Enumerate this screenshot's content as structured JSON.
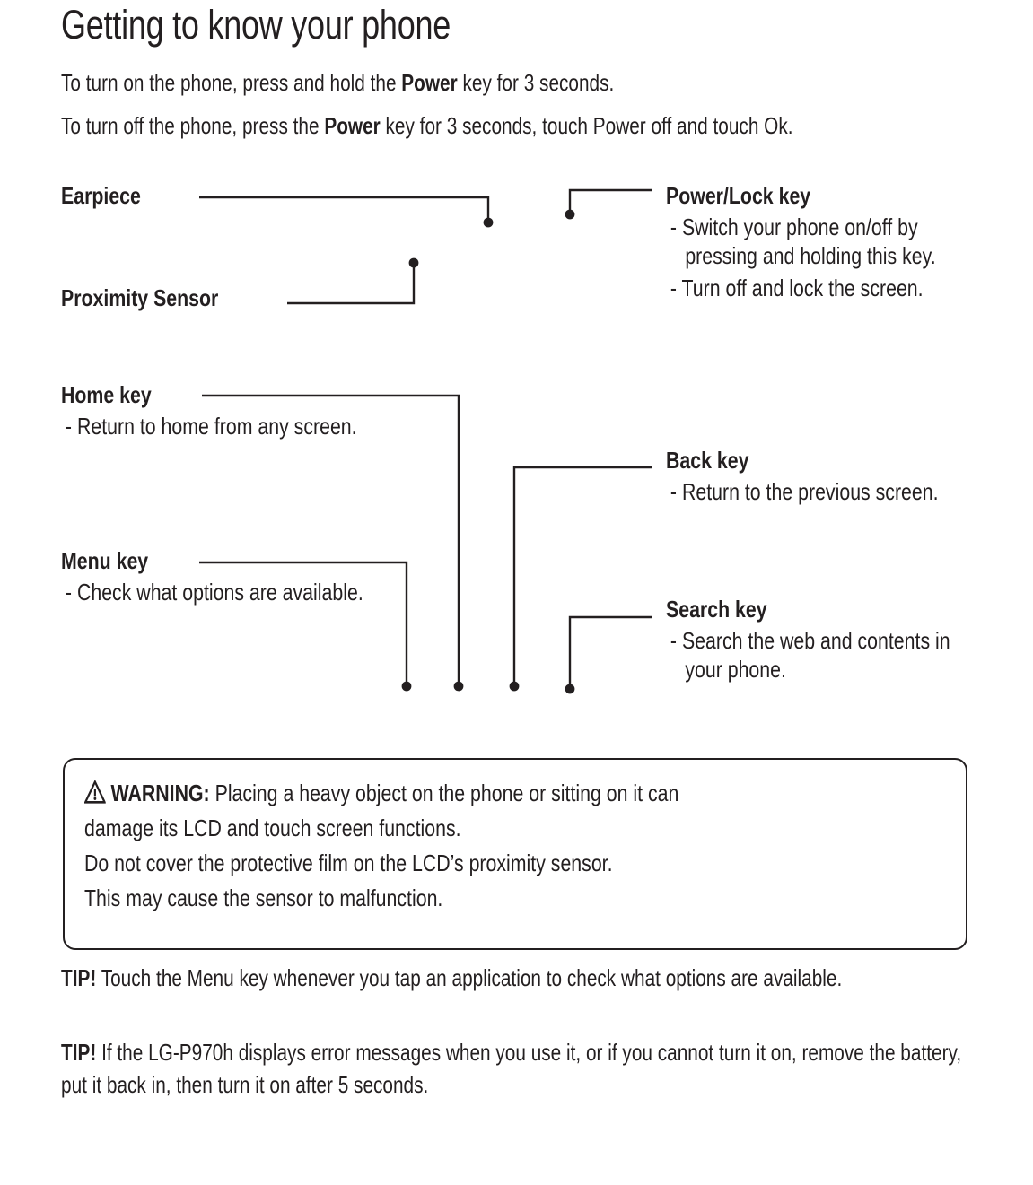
{
  "page": {
    "title": "Getting to know your phone"
  },
  "intro": {
    "line1": {
      "before": "To turn on the phone, press and hold the ",
      "bold": "Power",
      "after": " key for 3 seconds."
    },
    "line2": {
      "before": "To turn off the phone, press the ",
      "bold": "Power",
      "after": " key for 3 seconds, touch Power off and touch Ok."
    }
  },
  "callouts": {
    "earpiece": {
      "title": "Earpiece",
      "bullets": []
    },
    "proximity_sensor": {
      "title": "Proximity Sensor",
      "bullets": []
    },
    "home_key": {
      "title": "Home key",
      "bullets": [
        "- Return to home from any screen."
      ]
    },
    "menu_key": {
      "title": "Menu key",
      "bullets": [
        "- Check what options are available."
      ]
    },
    "power_lock_key": {
      "title": "Power/Lock key",
      "bullets": [
        "- Switch your phone on/off by pressing and holding this key.",
        "- Turn off and lock the screen."
      ]
    },
    "back_key": {
      "title": "Back key",
      "bullets": [
        "- Return to the previous screen."
      ]
    },
    "search_key": {
      "title": "Search key",
      "bullets": [
        "- Search the web and contents in your phone."
      ]
    }
  },
  "warning": {
    "icon": "warning-triangle-icon",
    "label": "WARNING:",
    "line1_rest": " Placing a heavy object on the phone or sitting on it can",
    "line2": "damage its LCD and touch screen functions.",
    "line3": "Do not cover the protective film on the LCD’s proximity sensor.",
    "line4": "This may cause the sensor to malfunction."
  },
  "tips": [
    {
      "label": "TIP!",
      "text": " Touch the Menu key whenever you tap an application to check what options are available."
    },
    {
      "label": "TIP!",
      "text": " If the LG-P970h displays error messages when you use it, or if you cannot turn it on, remove the battery, put it back in, then turn it on after 5 seconds."
    }
  ],
  "colors": {
    "ink": "#231f20",
    "page": "#ffffff"
  }
}
